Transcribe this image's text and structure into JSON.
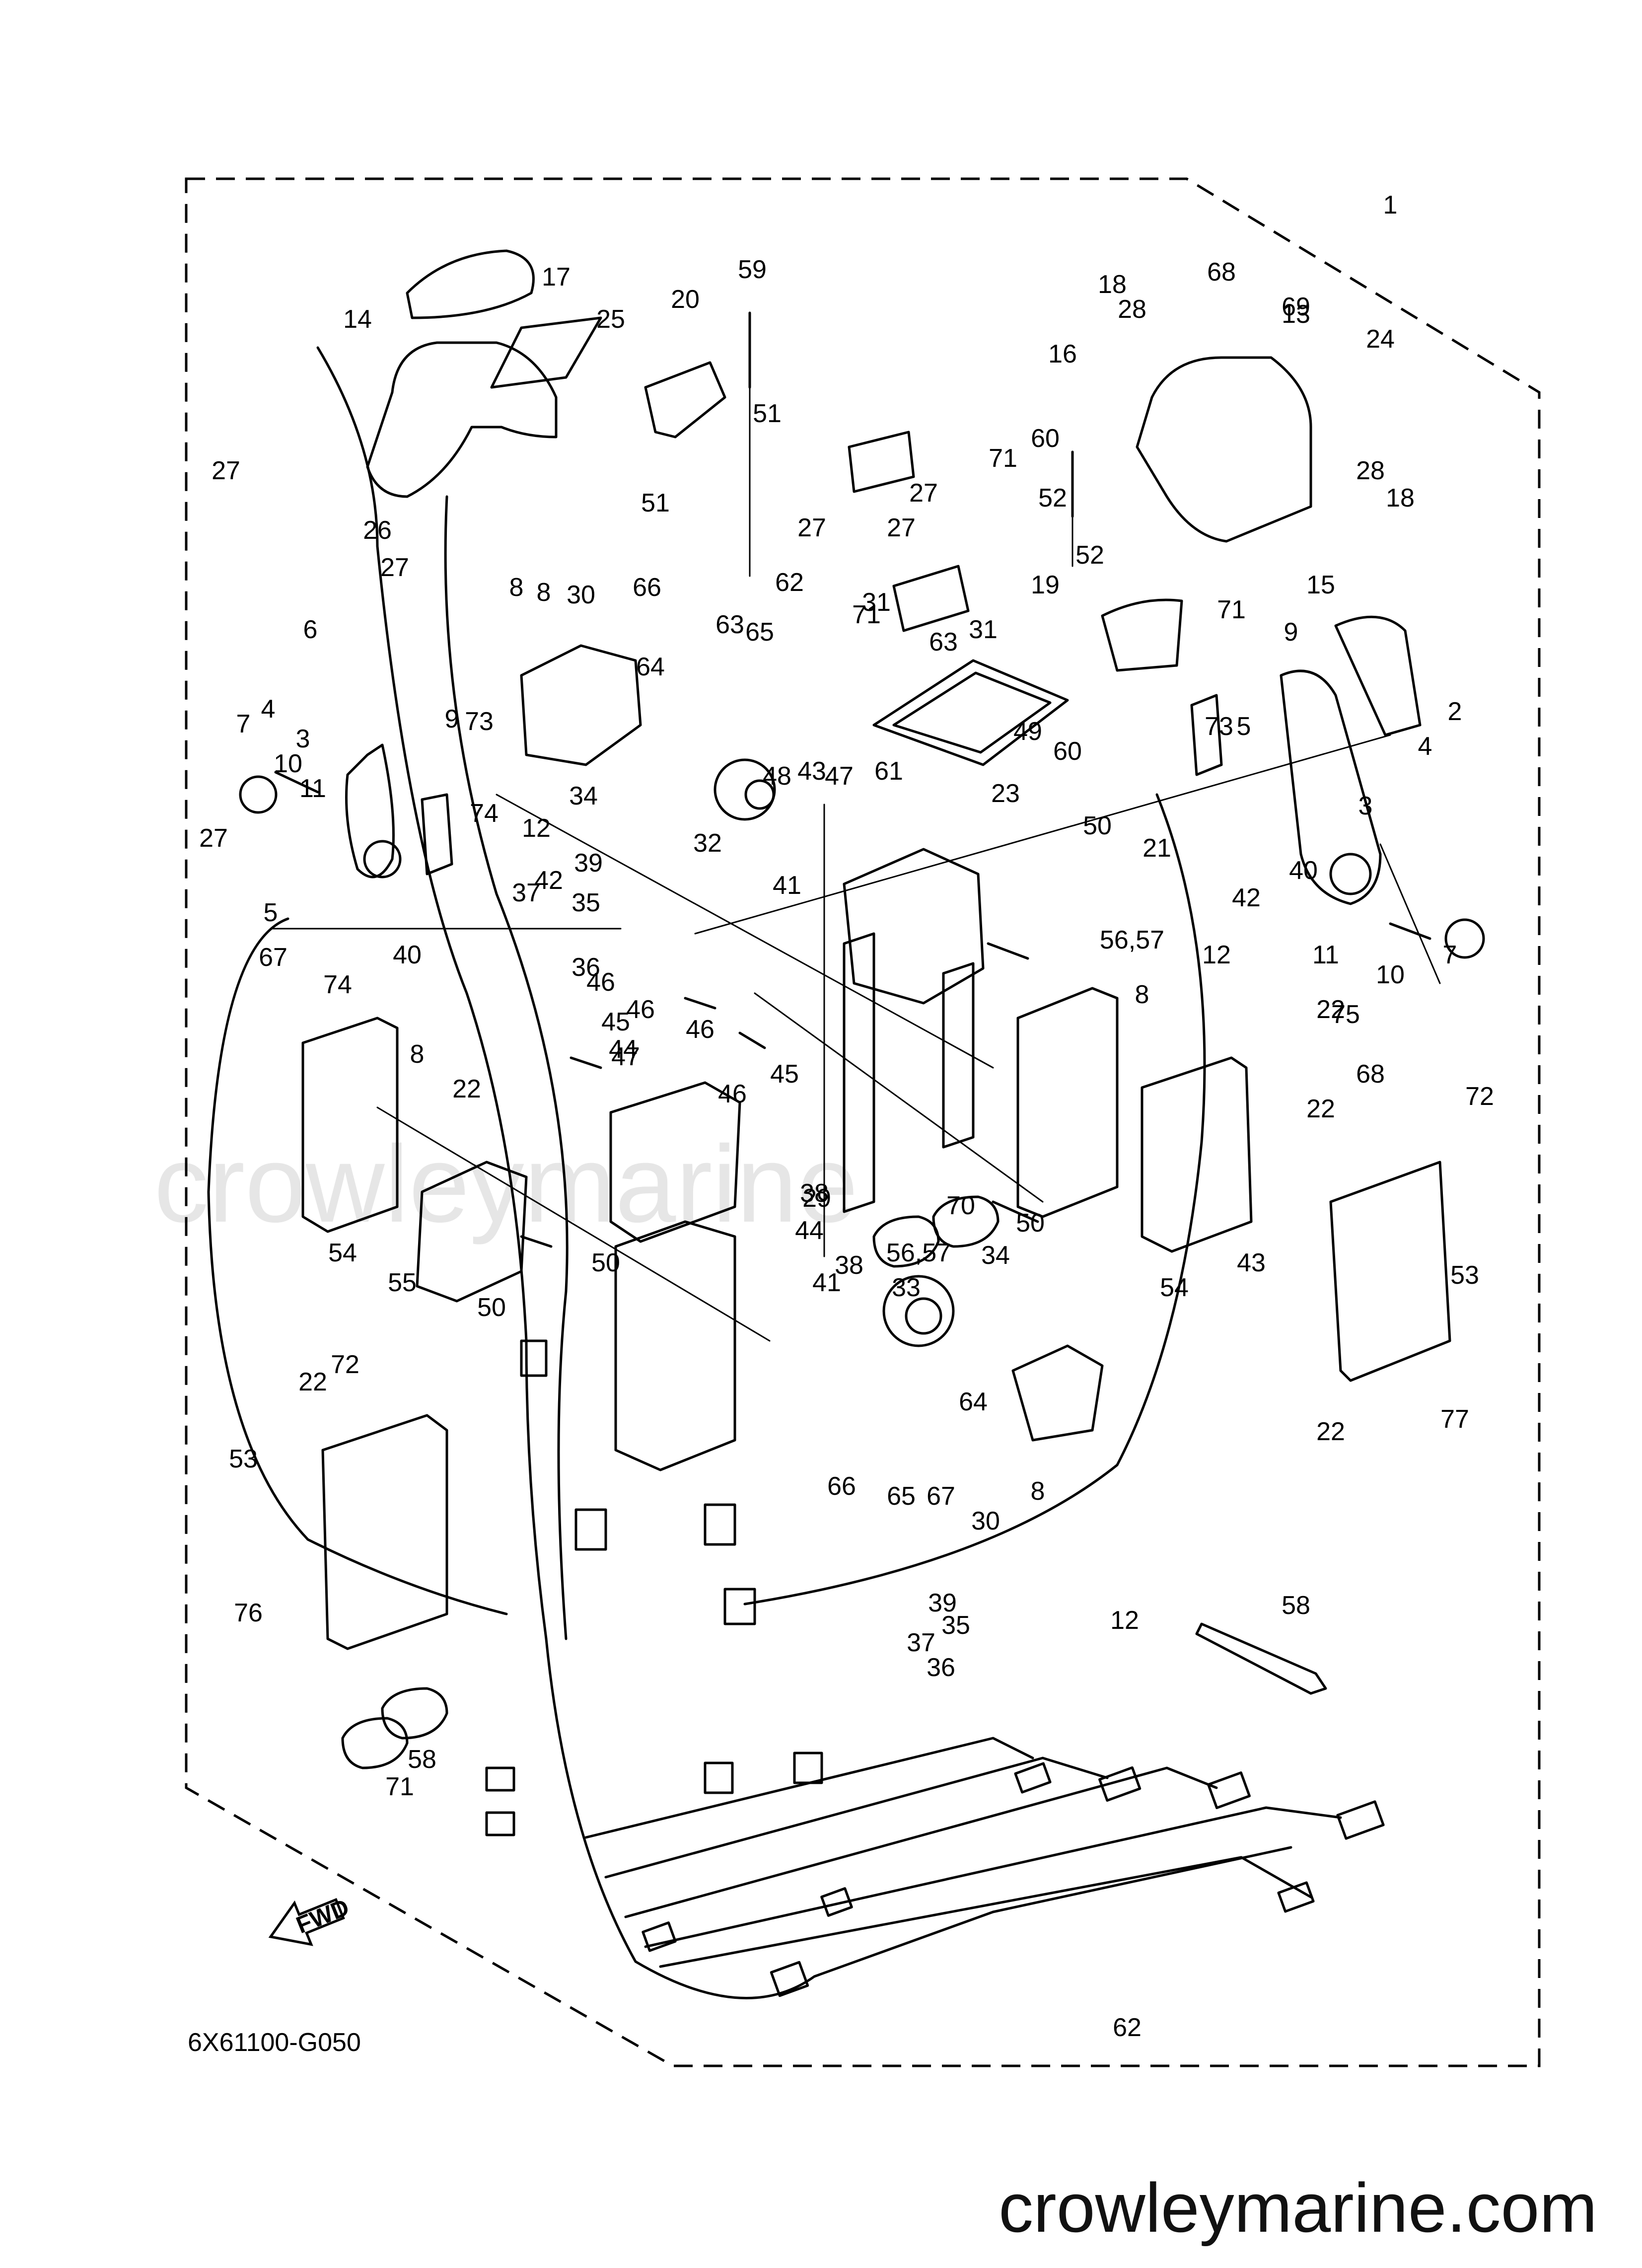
{
  "diagram": {
    "code": "6X61100-G050",
    "fwd_label": "FWD",
    "watermark": "crowleymarine",
    "site": "crowleymarine.com",
    "callouts": [
      "1",
      "2",
      "3",
      "3",
      "4",
      "4",
      "5",
      "5",
      "6",
      "7",
      "7",
      "8",
      "8",
      "8",
      "8",
      "8",
      "9",
      "9",
      "10",
      "10",
      "11",
      "11",
      "12",
      "12",
      "12",
      "13",
      "14",
      "15",
      "16",
      "17",
      "18",
      "18",
      "19",
      "20",
      "21",
      "22",
      "22",
      "22",
      "22",
      "22",
      "23",
      "24",
      "25",
      "26",
      "27",
      "27",
      "27",
      "27",
      "27",
      "27",
      "28",
      "28",
      "29",
      "30",
      "30",
      "31",
      "31",
      "32",
      "33",
      "34",
      "34",
      "35",
      "35",
      "36",
      "36",
      "37",
      "37",
      "38",
      "38",
      "39",
      "39",
      "40",
      "40",
      "41",
      "41",
      "42",
      "42",
      "43",
      "43",
      "44",
      "44",
      "45",
      "45",
      "46",
      "46",
      "46",
      "46",
      "47",
      "47",
      "48",
      "49",
      "50",
      "50",
      "50",
      "50",
      "51",
      "51",
      "52",
      "52",
      "53",
      "53",
      "54",
      "54",
      "55",
      "56,57",
      "56,57",
      "58",
      "58",
      "59",
      "60",
      "60",
      "61",
      "62",
      "62",
      "63",
      "63",
      "64",
      "64",
      "65",
      "65",
      "66",
      "66",
      "67",
      "67",
      "68",
      "68",
      "69",
      "70",
      "71",
      "71",
      "71",
      "71",
      "72",
      "72",
      "73",
      "73",
      "74",
      "74",
      "75",
      "76",
      "77"
    ]
  }
}
